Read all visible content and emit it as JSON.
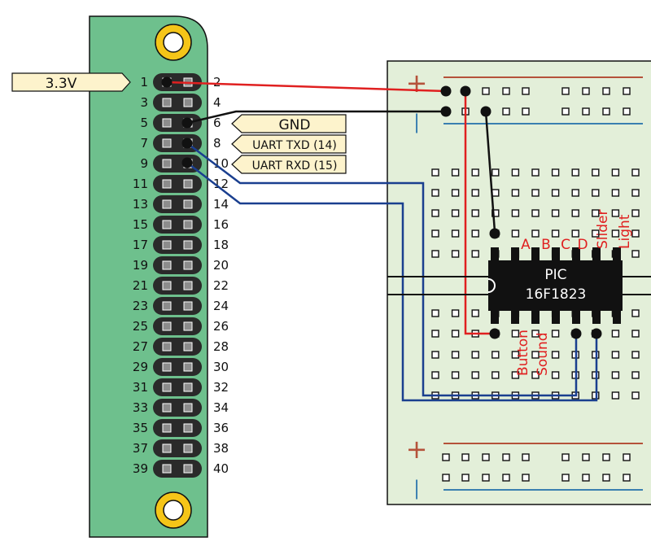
{
  "pi_header": {
    "odd_pins": [
      "1",
      "3",
      "5",
      "7",
      "9",
      "11",
      "13",
      "15",
      "17",
      "19",
      "21",
      "23",
      "25",
      "27",
      "29",
      "31",
      "33",
      "35",
      "37",
      "39"
    ],
    "even_pins": [
      "2",
      "4",
      "6",
      "8",
      "10",
      "12",
      "14",
      "16",
      "18",
      "20",
      "22",
      "24",
      "26",
      "28",
      "30",
      "32",
      "34",
      "36",
      "38",
      "40"
    ]
  },
  "signal_labels": {
    "vcc": "3.3V",
    "gnd": "GND",
    "txd": "UART TXD (14)",
    "rxd": "UART RXD (15)"
  },
  "breadboard": {
    "plus_sign": "+",
    "minus_sign": "|"
  },
  "chip": {
    "line1": "PIC",
    "line2": "16F1823",
    "top_pins": [
      "A",
      "B",
      "C",
      "D",
      "Slider",
      "Light"
    ],
    "bottom_pins": [
      "Button",
      "Sound"
    ]
  },
  "colors": {
    "pi_board": "#6ec08d",
    "breadboard": "#e3efd9",
    "header_bg": "#2a2a2a",
    "pin_fill": "#8c8c8c",
    "power_wire": "#e02020",
    "ground_wire": "#111111",
    "data_wire": "#1a3f8f",
    "label_fill": "#fdf3cc",
    "mount_hole": "#f5c518"
  }
}
